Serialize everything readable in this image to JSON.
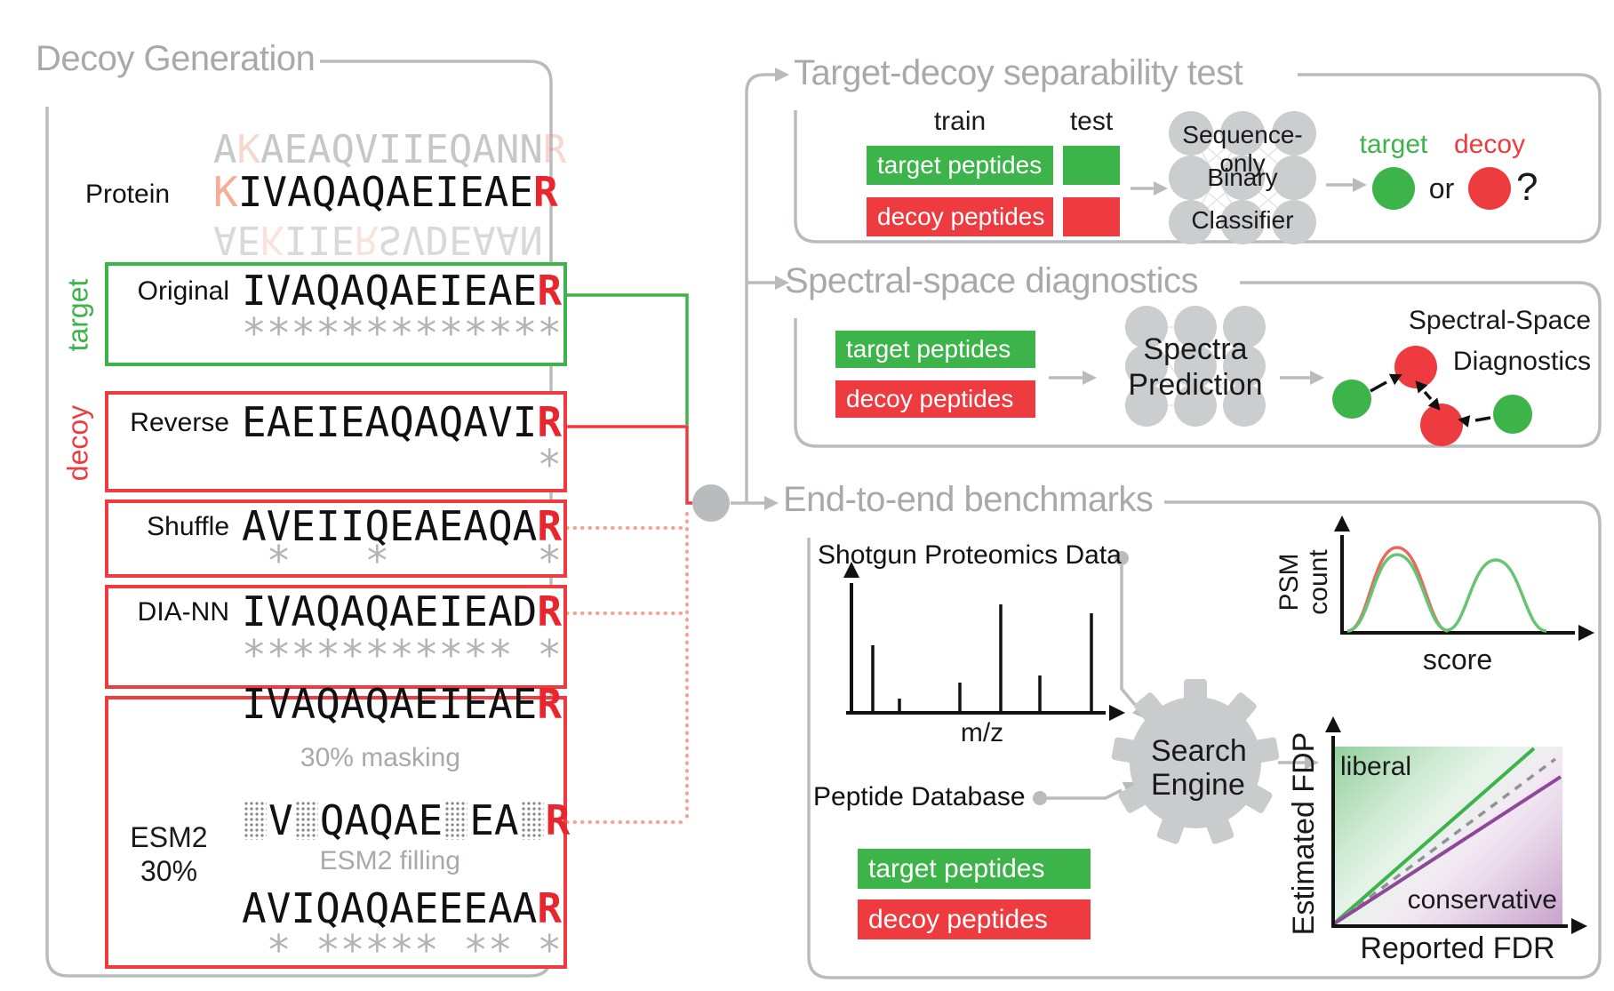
{
  "decoy_panel": {
    "title": "Decoy Generation",
    "protein_label": "Protein",
    "protein": {
      "top_faded": {
        "a": "A",
        "k": "K",
        "b": "AEAQVIIEQANN",
        "r": "R"
      },
      "main": {
        "k": "K",
        "b": "IVAQAQAEIEAE",
        "r": "R"
      },
      "reflection": {
        "a": "AE",
        "k": "K",
        "b": "IIE",
        "r": "R",
        "c": "SVDEAAN"
      }
    },
    "target_label": "target",
    "decoy_label": "decoy",
    "boxes": [
      {
        "name": "Original",
        "seq": "IVAQAQAEIEAE",
        "last": "R",
        "asterisks": "*************"
      },
      {
        "name": "Reverse",
        "seq": "EAEIEAQAQAVI",
        "last": "R",
        "asterisks": "            *"
      },
      {
        "name": "Shuffle",
        "seq": "AVEIIQEAEAQA",
        "last": "R",
        "asterisks": " *   *      *"
      },
      {
        "name": "DIA-NN",
        "seq": "IVAQAQAEIEAD",
        "last": "R",
        "asterisks": "*********** *"
      }
    ],
    "esm2": {
      "label_line1": "ESM2",
      "label_line2": "30%",
      "seq1": "IVAQAQAEIEAE",
      "seq1_last": "R",
      "masking_label": "30% masking",
      "masked": {
        "p1": "V",
        "p2": "QAQAE",
        "p3": "EA",
        "last": "R"
      },
      "filling_label": "ESM2 filling",
      "seq3": "AVIQAQAEEEAA",
      "seq3_last": "R",
      "asterisks": " * ***** ** *"
    }
  },
  "panel1": {
    "title": "Target-decoy separability test",
    "train_label": "train",
    "test_label": "test",
    "target_bar": "target peptides",
    "decoy_bar": "decoy peptides",
    "classifier_line1": "Sequence-only",
    "classifier_line2": "Binary",
    "classifier_line3": "Classifier",
    "target_label": "target",
    "decoy_label": "decoy",
    "or_label": "or",
    "question": "?"
  },
  "panel2": {
    "title": "Spectral-space diagnostics",
    "target_bar": "target peptides",
    "decoy_bar": "decoy peptides",
    "predictor_line1": "Spectra",
    "predictor_line2": "Prediction",
    "diag_label1": "Spectral-Space",
    "diag_label2": "Diagnostics"
  },
  "panel3": {
    "title": "End-to-end benchmarks",
    "shotgun_label": "Shotgun Proteomics Data",
    "mz_label": "m/z",
    "engine_line1": "Search",
    "engine_line2": "Engine",
    "peptide_db_label": "Peptide Database",
    "target_bar": "target peptides",
    "decoy_bar": "decoy peptides",
    "psm_plot": {
      "ylabel1": "PSM",
      "ylabel2": "count",
      "xlabel": "score"
    },
    "fdp_plot": {
      "ylabel": "Estimated FDP",
      "xlabel": "Reported FDR",
      "liberal": "liberal",
      "conservative": "conservative"
    },
    "mz_peaks_relative": [
      0.62,
      0.12,
      0.27,
      1.0,
      0.33,
      0.92
    ]
  },
  "colors": {
    "green": "#3db44a",
    "red": "#ed3b40",
    "gray_title": "#a7a9ac",
    "gray_wire": "#b9bbbd",
    "salmon_dotted": "#f4a491",
    "purple": "#8f4899",
    "psm_green": "#66c573",
    "psm_red": "#e8695f",
    "nn_gray": "#cbcdcf"
  }
}
